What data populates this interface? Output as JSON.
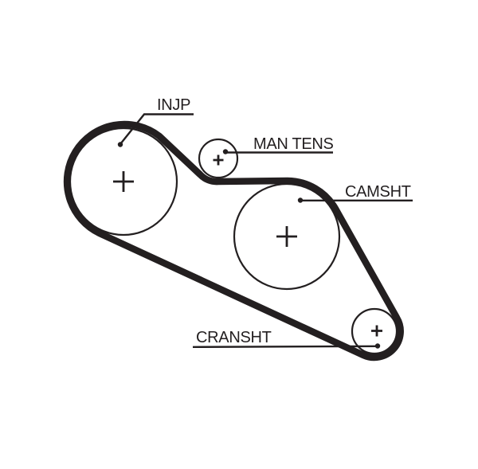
{
  "diagram": {
    "type": "timing-belt-routing",
    "background_color": "#ffffff",
    "line_color": "#231f20",
    "belt_name": "timing-belt",
    "pulleys": [
      {
        "id": "injp",
        "label": "INJP",
        "marker": "center-cross"
      },
      {
        "id": "man-tens",
        "label": "MAN TENS",
        "marker": "center-cross"
      },
      {
        "id": "camsht",
        "label": "CAMSHT",
        "marker": "center-cross"
      },
      {
        "id": "cransht",
        "label": "CRANSHT",
        "marker": "center-cross"
      }
    ]
  }
}
